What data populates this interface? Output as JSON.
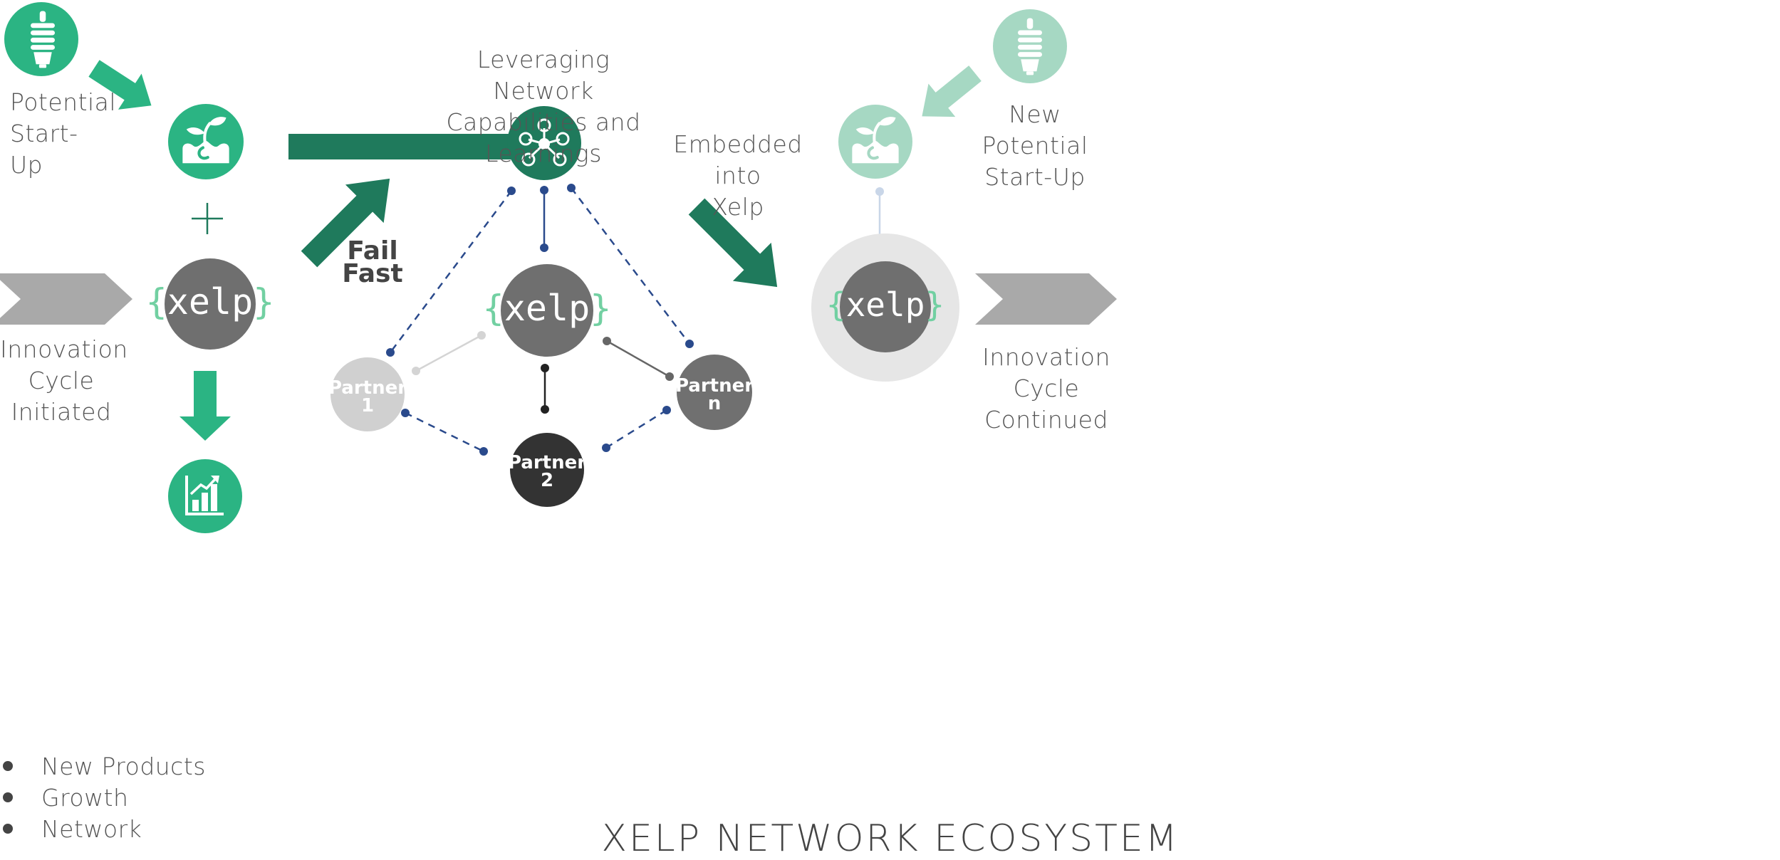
{
  "title": "XELP NETWORK ECOSYSTEM",
  "labels": {
    "potential_startup": "Potential\nStart-Up",
    "innovation_initiated": "Innovation Cycle\nInitiated",
    "leveraging": "Leveraging Network\nCapabilities and Learnings",
    "fail_fast": "Fail\nFast",
    "embedded": "Embedded into\nXelp",
    "new_potential": "New Potential\nStart-Up",
    "innovation_continued": "Innovation Cycle\nContinued"
  },
  "outcomes": [
    "New Products",
    "Growth",
    "Network"
  ],
  "brand": {
    "brace_open": "{",
    "word": "xelp",
    "brace_close": "}"
  },
  "partners": {
    "p1": [
      "Partner",
      "1"
    ],
    "p2": [
      "Partner",
      "2"
    ],
    "pn": [
      "Partner",
      "n"
    ]
  },
  "colors": {
    "green_bright": "#2bb483",
    "green_dark": "#1f7a5c",
    "green_pale": "#a6d8c3",
    "gray_circle": "#6f6f6f",
    "gray_ring": "#e6e6e6",
    "chevron": "#a9a9a9",
    "partner_1": "#d0d0d0",
    "partner_2": "#333333",
    "partner_n": "#707070",
    "connector_blue": "#2a4a8c",
    "brace_green": "#72d0a2"
  },
  "icons": {
    "lightbulb": "lightbulb-icon",
    "sprout": "sprout-icon",
    "network": "network-hub-icon",
    "growth_chart": "growth-chart-icon"
  }
}
